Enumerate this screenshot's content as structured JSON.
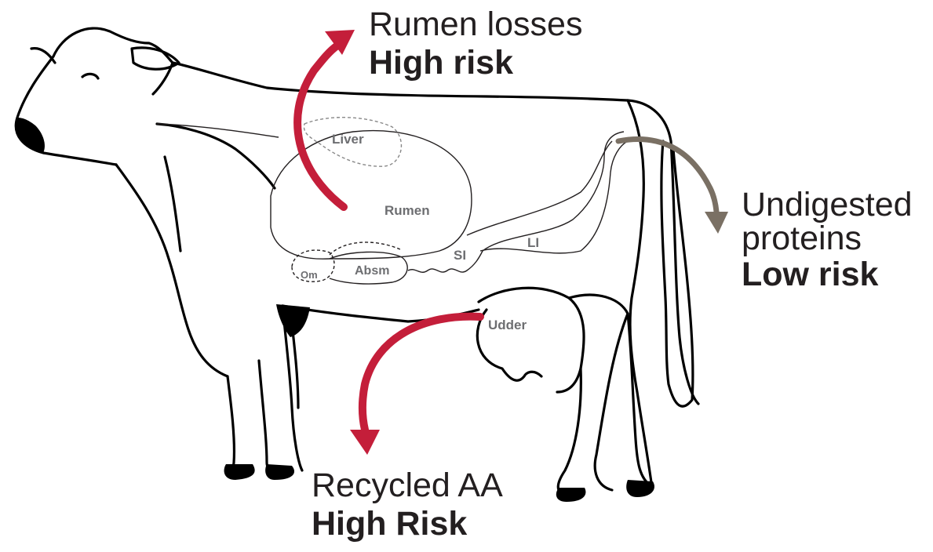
{
  "captions": {
    "rumen_losses": {
      "line1": "Rumen losses",
      "line2": "High risk"
    },
    "undigested": {
      "line1": "Undigested",
      "line2": "proteins",
      "line3": "Low risk"
    },
    "recycled": {
      "line1": "Recycled AA",
      "line2": "High Risk"
    }
  },
  "organs": {
    "liver": "Liver",
    "rumen": "Rumen",
    "om": "Om",
    "absm": "Absm",
    "si": "SI",
    "li": "LI",
    "udder": "Udder"
  },
  "colors": {
    "outline": "#000000",
    "organ_label": "#6d6e71",
    "high_risk_arrow": "#c41e3a",
    "low_risk_arrow": "#7a7064",
    "text": "#231f20"
  }
}
